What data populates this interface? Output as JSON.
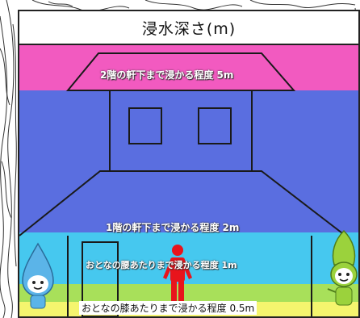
{
  "title": "浸水深さ(m)",
  "levels": [
    {
      "depth_label": "2階の軒下まで浸かる程度 5m",
      "color": "#f25ac0"
    },
    {
      "depth_label": "1階の軒下まで浸かる程度 2m",
      "color": "#5a6ee0"
    },
    {
      "depth_label": "おとなの腰あたりまで浸かる程度 1m",
      "color": "#46c8ef"
    },
    {
      "depth_label": "おとなの膝あたりまで浸かる程度 0.5m",
      "color": "#a8e05a"
    }
  ],
  "bottom_band_color": "#f5f56e",
  "house_line_color": "#1a1a1a",
  "person_color": "#e8141c",
  "mascot_left": {
    "icon": "water-drop-mascot-icon",
    "color": "#5bb4e8"
  },
  "mascot_right": {
    "icon": "leaf-mascot-icon",
    "color": "#9bd23c"
  }
}
